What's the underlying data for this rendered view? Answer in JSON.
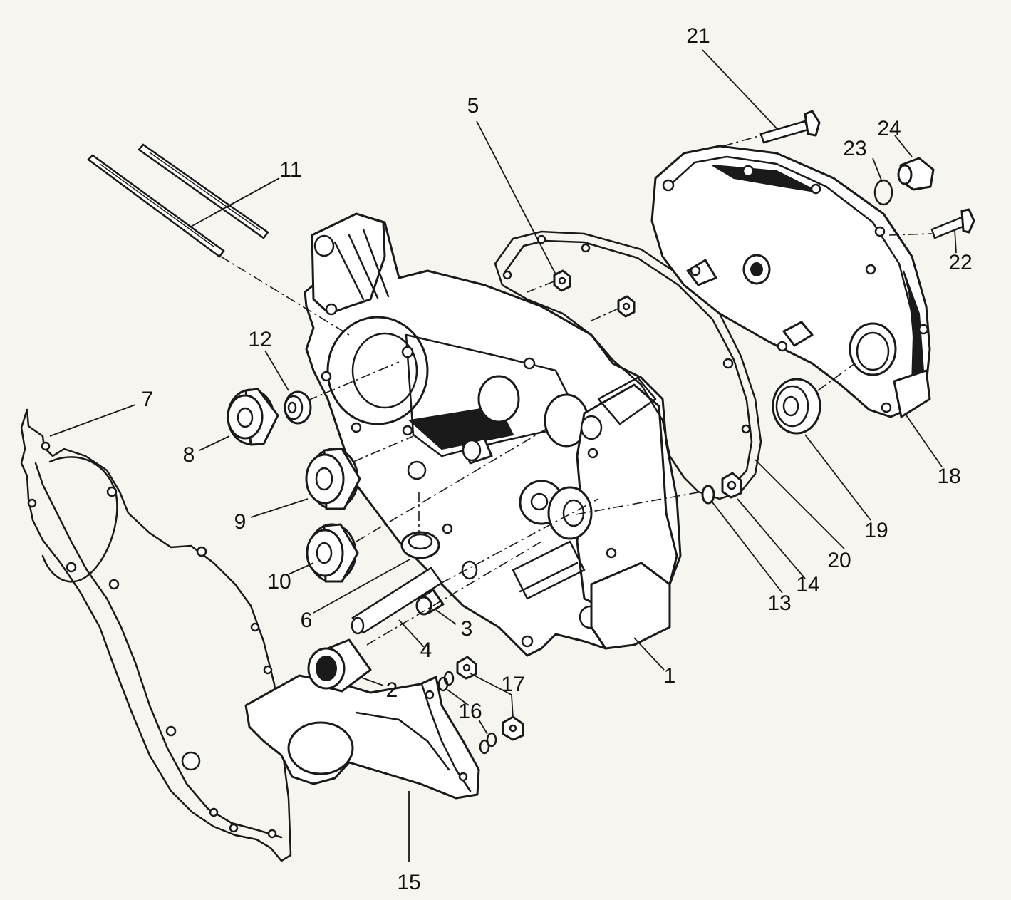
{
  "callouts": [
    {
      "id": "1",
      "label": "1"
    },
    {
      "id": "2",
      "label": "2"
    },
    {
      "id": "3",
      "label": "3"
    },
    {
      "id": "4",
      "label": "4"
    },
    {
      "id": "5",
      "label": "5"
    },
    {
      "id": "6",
      "label": "6"
    },
    {
      "id": "7",
      "label": "7"
    },
    {
      "id": "8",
      "label": "8"
    },
    {
      "id": "9",
      "label": "9"
    },
    {
      "id": "10",
      "label": "10"
    },
    {
      "id": "11",
      "label": "11"
    },
    {
      "id": "12",
      "label": "12"
    },
    {
      "id": "13",
      "label": "13"
    },
    {
      "id": "14",
      "label": "14"
    },
    {
      "id": "15",
      "label": "15"
    },
    {
      "id": "16",
      "label": "16"
    },
    {
      "id": "17",
      "label": "17"
    },
    {
      "id": "18",
      "label": "18"
    },
    {
      "id": "19",
      "label": "19"
    },
    {
      "id": "20",
      "label": "20"
    },
    {
      "id": "21",
      "label": "21"
    },
    {
      "id": "22",
      "label": "22"
    },
    {
      "id": "23",
      "label": "23"
    },
    {
      "id": "24",
      "label": "24"
    }
  ],
  "colors": {
    "ink": "#1a1a1a",
    "paper": "#f7f5f0"
  }
}
